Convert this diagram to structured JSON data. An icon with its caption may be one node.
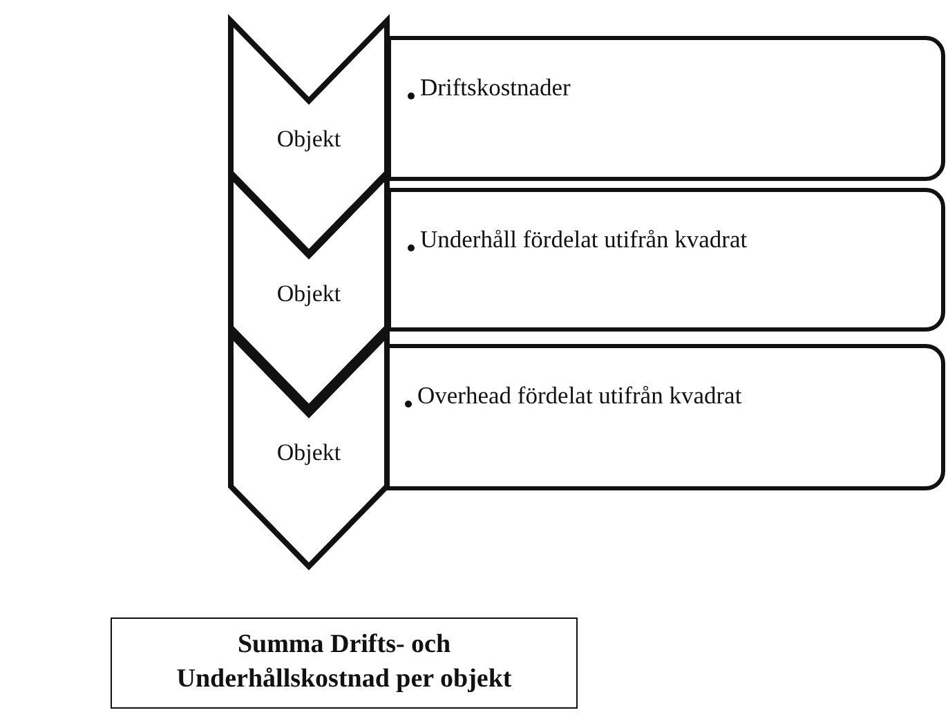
{
  "diagram": {
    "nodes": [
      {
        "text": [
          "Objekt"
        ]
      },
      {
        "text": [
          "Driftskostnader"
        ]
      },
      {
        "text": [
          "Objekt"
        ]
      },
      {
        "text": [
          "Underhåll fördelat utifrån kvadrat"
        ]
      },
      {
        "text": [
          "Objekt"
        ]
      },
      {
        "text": [
          "Overhead fördelat utifrån kvadrat"
        ]
      },
      {
        "text": [
          "Summa Drifts- och Underhållskostnad per objekt"
        ]
      }
    ]
  }
}
